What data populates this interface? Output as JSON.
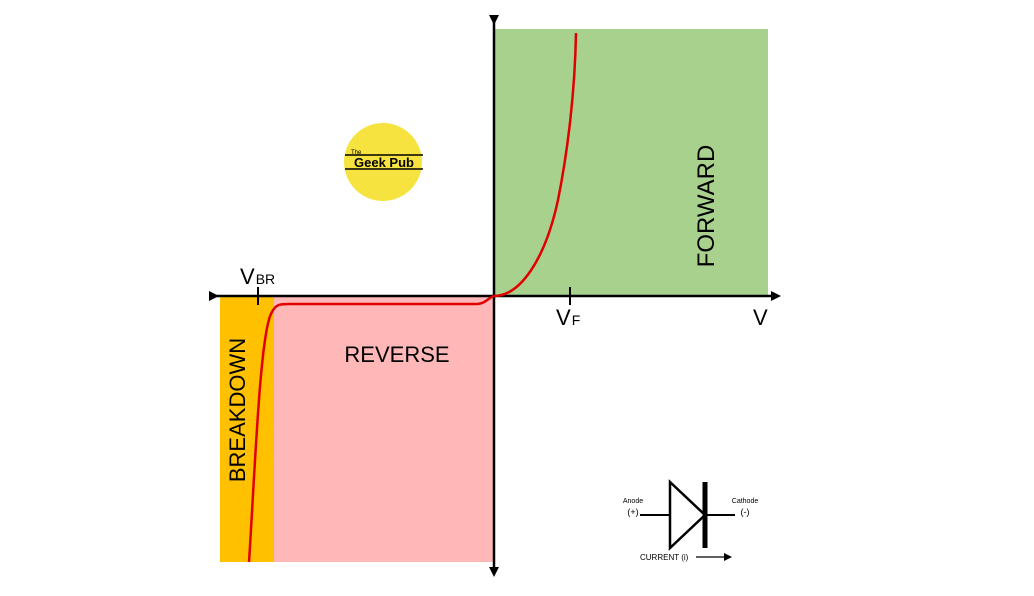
{
  "regions": {
    "forward": {
      "label": "FORWARD",
      "color": "#a9d18e"
    },
    "reverse": {
      "label": "REVERSE",
      "color": "#ffb7b7"
    },
    "breakdown": {
      "label": "BREAKDOWN",
      "color": "#ffc000"
    }
  },
  "axis_labels": {
    "voltage": "V",
    "vbr_main": "V",
    "vbr_sub": "BR",
    "vf_main": "V",
    "vf_sub": "F"
  },
  "logo": {
    "small_text": "The",
    "main_text": "Geek Pub",
    "color": "#f7e33f"
  },
  "diode_symbol": {
    "anode_label": "Anode",
    "anode_sign": "(+)",
    "cathode_label": "Cathode",
    "cathode_sign": "(-)",
    "current_label": "CURRENT (i)"
  },
  "colors": {
    "curve": "#e00000",
    "axis": "#000000"
  }
}
